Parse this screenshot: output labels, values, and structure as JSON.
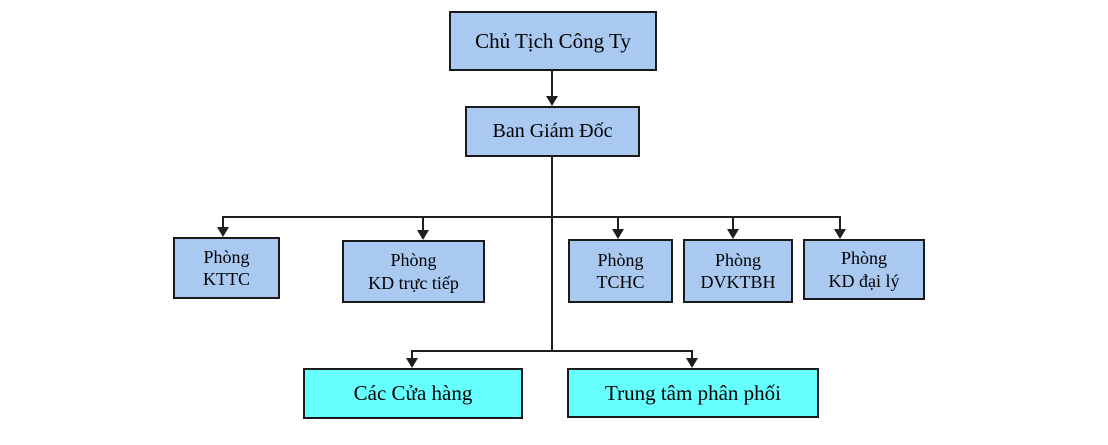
{
  "diagram": {
    "type": "org-chart",
    "nodes": {
      "president": {
        "label": "Chủ Tịch Công Ty"
      },
      "board": {
        "label": "Ban Giám Đốc"
      },
      "departments": [
        {
          "line1": "Phòng",
          "line2": "KTTC"
        },
        {
          "line1": "Phòng",
          "line2": "KD trực tiếp"
        },
        {
          "line1": "Phòng",
          "line2": "TCHC"
        },
        {
          "line1": "Phòng",
          "line2": "DVKTBH"
        },
        {
          "line1": "Phòng",
          "line2": "KD đại lý"
        }
      ],
      "distribution": [
        {
          "label": "Các Cửa hàng"
        },
        {
          "label": "Trung tâm phân phối"
        }
      ]
    },
    "colors": {
      "department_fill": "#a9c9f1",
      "distribution_fill": "#66ffff",
      "connector": "#1f1f1f",
      "box_border": "#1a1a1a",
      "text": "#000000",
      "background": "#ffffff"
    }
  }
}
